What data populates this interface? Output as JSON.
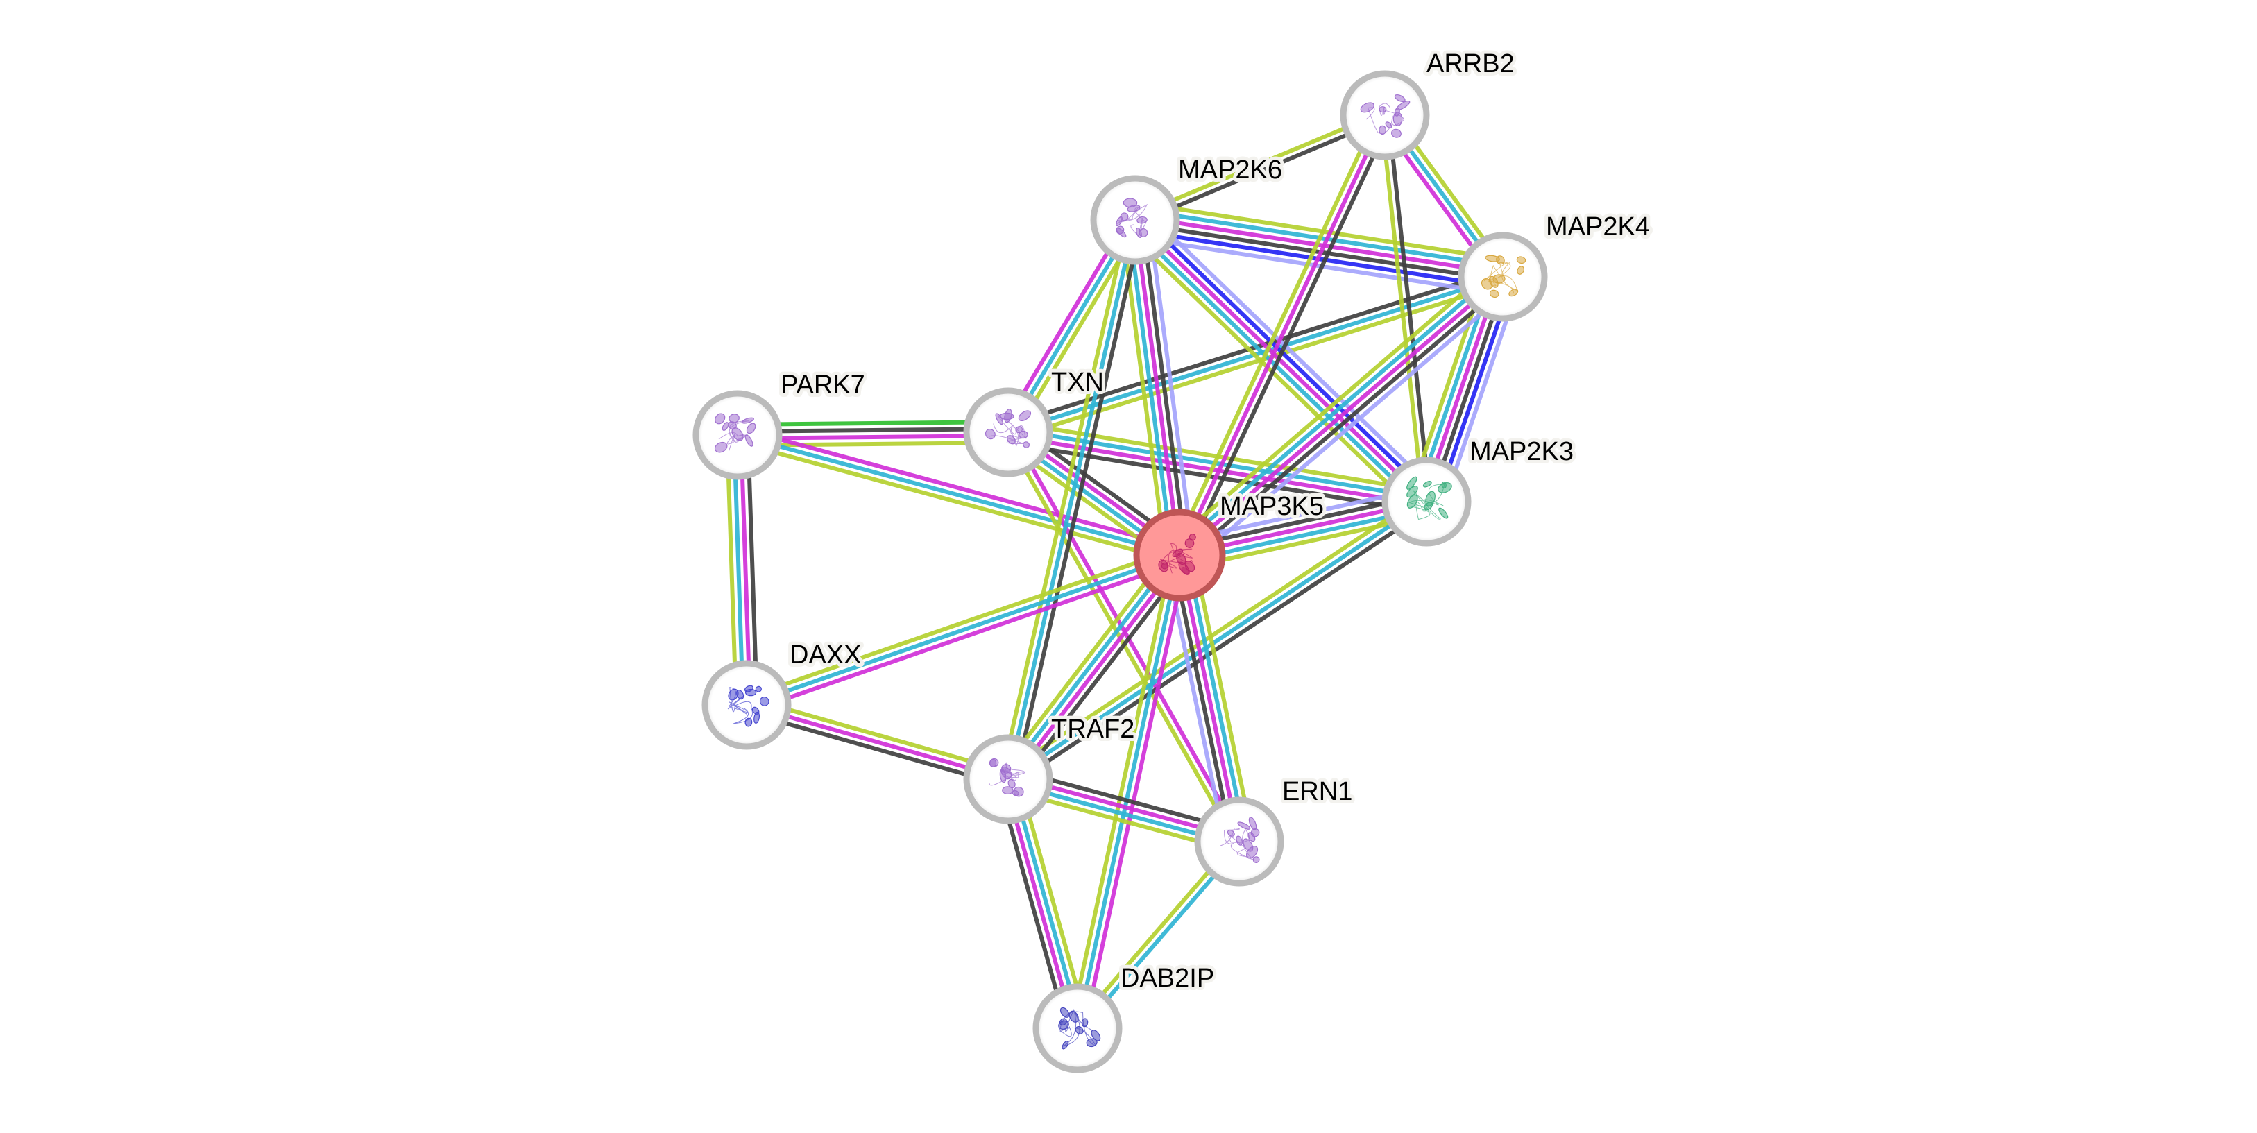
{
  "network": {
    "type": "protein-interaction-network",
    "query_node": "MAP3K5",
    "evidence_colors": {
      "neighborhood": "#2fbf2f",
      "coexpression": "#404040",
      "experiments": "#d030d8",
      "databases": "#30b4d4",
      "textmining": "#b4d030",
      "cooccurrence": "#2424f4",
      "homology": "#a4a4fc"
    },
    "node_style": {
      "ring_color": "#bbbbbb",
      "fill_color": "#ffffff",
      "query_ring_color": "#bf5656",
      "query_fill_color": "#ff9898"
    },
    "nodes": [
      {
        "id": "MAP3K5",
        "label": "MAP3K5",
        "query": true,
        "structure_color": "#c0256a"
      },
      {
        "id": "MAP2K6",
        "label": "MAP2K6",
        "query": false,
        "structure_color": "#a070d0"
      },
      {
        "id": "ARRB2",
        "label": "ARRB2",
        "query": false,
        "structure_color": "#a070d0"
      },
      {
        "id": "MAP2K4",
        "label": "MAP2K4",
        "query": false,
        "structure_color": "#d8a840"
      },
      {
        "id": "MAP2K3",
        "label": "MAP2K3",
        "query": false,
        "structure_color": "#40b080"
      },
      {
        "id": "TXN",
        "label": "TXN",
        "query": false,
        "structure_color": "#a070d0"
      },
      {
        "id": "PARK7",
        "label": "PARK7",
        "query": false,
        "structure_color": "#a070d0"
      },
      {
        "id": "DAXX",
        "label": "DAXX",
        "query": false,
        "structure_color": "#4848d0"
      },
      {
        "id": "TRAF2",
        "label": "TRAF2",
        "query": false,
        "structure_color": "#a070d0"
      },
      {
        "id": "ERN1",
        "label": "ERN1",
        "query": false,
        "structure_color": "#a070d0"
      },
      {
        "id": "DAB2IP",
        "label": "DAB2IP",
        "query": false,
        "structure_color": "#4848c0"
      }
    ],
    "edges": [
      {
        "source": "PARK7",
        "target": "TXN",
        "evidence": [
          "neighborhood",
          "coexpression",
          "experiments",
          "textmining"
        ]
      },
      {
        "source": "PARK7",
        "target": "MAP3K5",
        "evidence": [
          "experiments",
          "databases",
          "textmining"
        ]
      },
      {
        "source": "PARK7",
        "target": "DAXX",
        "evidence": [
          "coexpression",
          "experiments",
          "databases",
          "textmining"
        ]
      },
      {
        "source": "TXN",
        "target": "MAP3K5",
        "evidence": [
          "coexpression",
          "experiments",
          "databases",
          "textmining"
        ]
      },
      {
        "source": "TXN",
        "target": "MAP2K6",
        "evidence": [
          "experiments",
          "databases",
          "textmining"
        ]
      },
      {
        "source": "TXN",
        "target": "MAP2K4",
        "evidence": [
          "coexpression",
          "databases",
          "textmining"
        ]
      },
      {
        "source": "TXN",
        "target": "MAP2K3",
        "evidence": [
          "textmining",
          "databases",
          "experiments",
          "coexpression"
        ]
      },
      {
        "source": "TXN",
        "target": "ERN1",
        "evidence": [
          "experiments",
          "textmining"
        ]
      },
      {
        "source": "MAP2K6",
        "target": "ARRB2",
        "evidence": [
          "textmining",
          "coexpression"
        ]
      },
      {
        "source": "MAP2K6",
        "target": "MAP2K4",
        "evidence": [
          "textmining",
          "databases",
          "experiments",
          "coexpression",
          "cooccurrence",
          "homology"
        ]
      },
      {
        "source": "MAP2K6",
        "target": "MAP3K5",
        "evidence": [
          "homology",
          "coexpression",
          "experiments",
          "databases",
          "textmining"
        ]
      },
      {
        "source": "MAP2K6",
        "target": "MAP2K3",
        "evidence": [
          "homology",
          "cooccurrence",
          "experiments",
          "databases",
          "textmining"
        ]
      },
      {
        "source": "MAP2K6",
        "target": "TRAF2",
        "evidence": [
          "coexpression",
          "databases",
          "textmining"
        ]
      },
      {
        "source": "ARRB2",
        "target": "MAP3K5",
        "evidence": [
          "coexpression",
          "experiments",
          "textmining"
        ]
      },
      {
        "source": "ARRB2",
        "target": "MAP2K3",
        "evidence": [
          "coexpression",
          "textmining"
        ]
      },
      {
        "source": "ARRB2",
        "target": "MAP2K4",
        "evidence": [
          "textmining",
          "databases",
          "experiments"
        ]
      },
      {
        "source": "MAP2K4",
        "target": "MAP2K3",
        "evidence": [
          "homology",
          "cooccurrence",
          "coexpression",
          "experiments",
          "databases",
          "textmining"
        ]
      },
      {
        "source": "MAP2K4",
        "target": "MAP3K5",
        "evidence": [
          "homology",
          "coexpression",
          "experiments",
          "databases",
          "textmining"
        ]
      },
      {
        "source": "MAP2K3",
        "target": "MAP3K5",
        "evidence": [
          "textmining",
          "databases",
          "experiments",
          "coexpression",
          "homology"
        ]
      },
      {
        "source": "MAP2K3",
        "target": "TRAF2",
        "evidence": [
          "coexpression",
          "databases",
          "textmining"
        ]
      },
      {
        "source": "MAP3K5",
        "target": "DAXX",
        "evidence": [
          "experiments",
          "databases",
          "textmining"
        ]
      },
      {
        "source": "MAP3K5",
        "target": "TRAF2",
        "evidence": [
          "coexpression",
          "experiments",
          "databases",
          "textmining"
        ]
      },
      {
        "source": "MAP3K5",
        "target": "ERN1",
        "evidence": [
          "textmining",
          "databases",
          "experiments",
          "coexpression",
          "homology"
        ]
      },
      {
        "source": "MAP3K5",
        "target": "DAB2IP",
        "evidence": [
          "experiments",
          "databases",
          "textmining"
        ]
      },
      {
        "source": "DAXX",
        "target": "TRAF2",
        "evidence": [
          "textmining",
          "experiments",
          "coexpression"
        ]
      },
      {
        "source": "TRAF2",
        "target": "ERN1",
        "evidence": [
          "coexpression",
          "experiments",
          "databases",
          "textmining"
        ]
      },
      {
        "source": "TRAF2",
        "target": "DAB2IP",
        "evidence": [
          "textmining",
          "databases",
          "experiments",
          "coexpression"
        ]
      },
      {
        "source": "ERN1",
        "target": "DAB2IP",
        "evidence": [
          "databases",
          "textmining"
        ]
      }
    ]
  }
}
